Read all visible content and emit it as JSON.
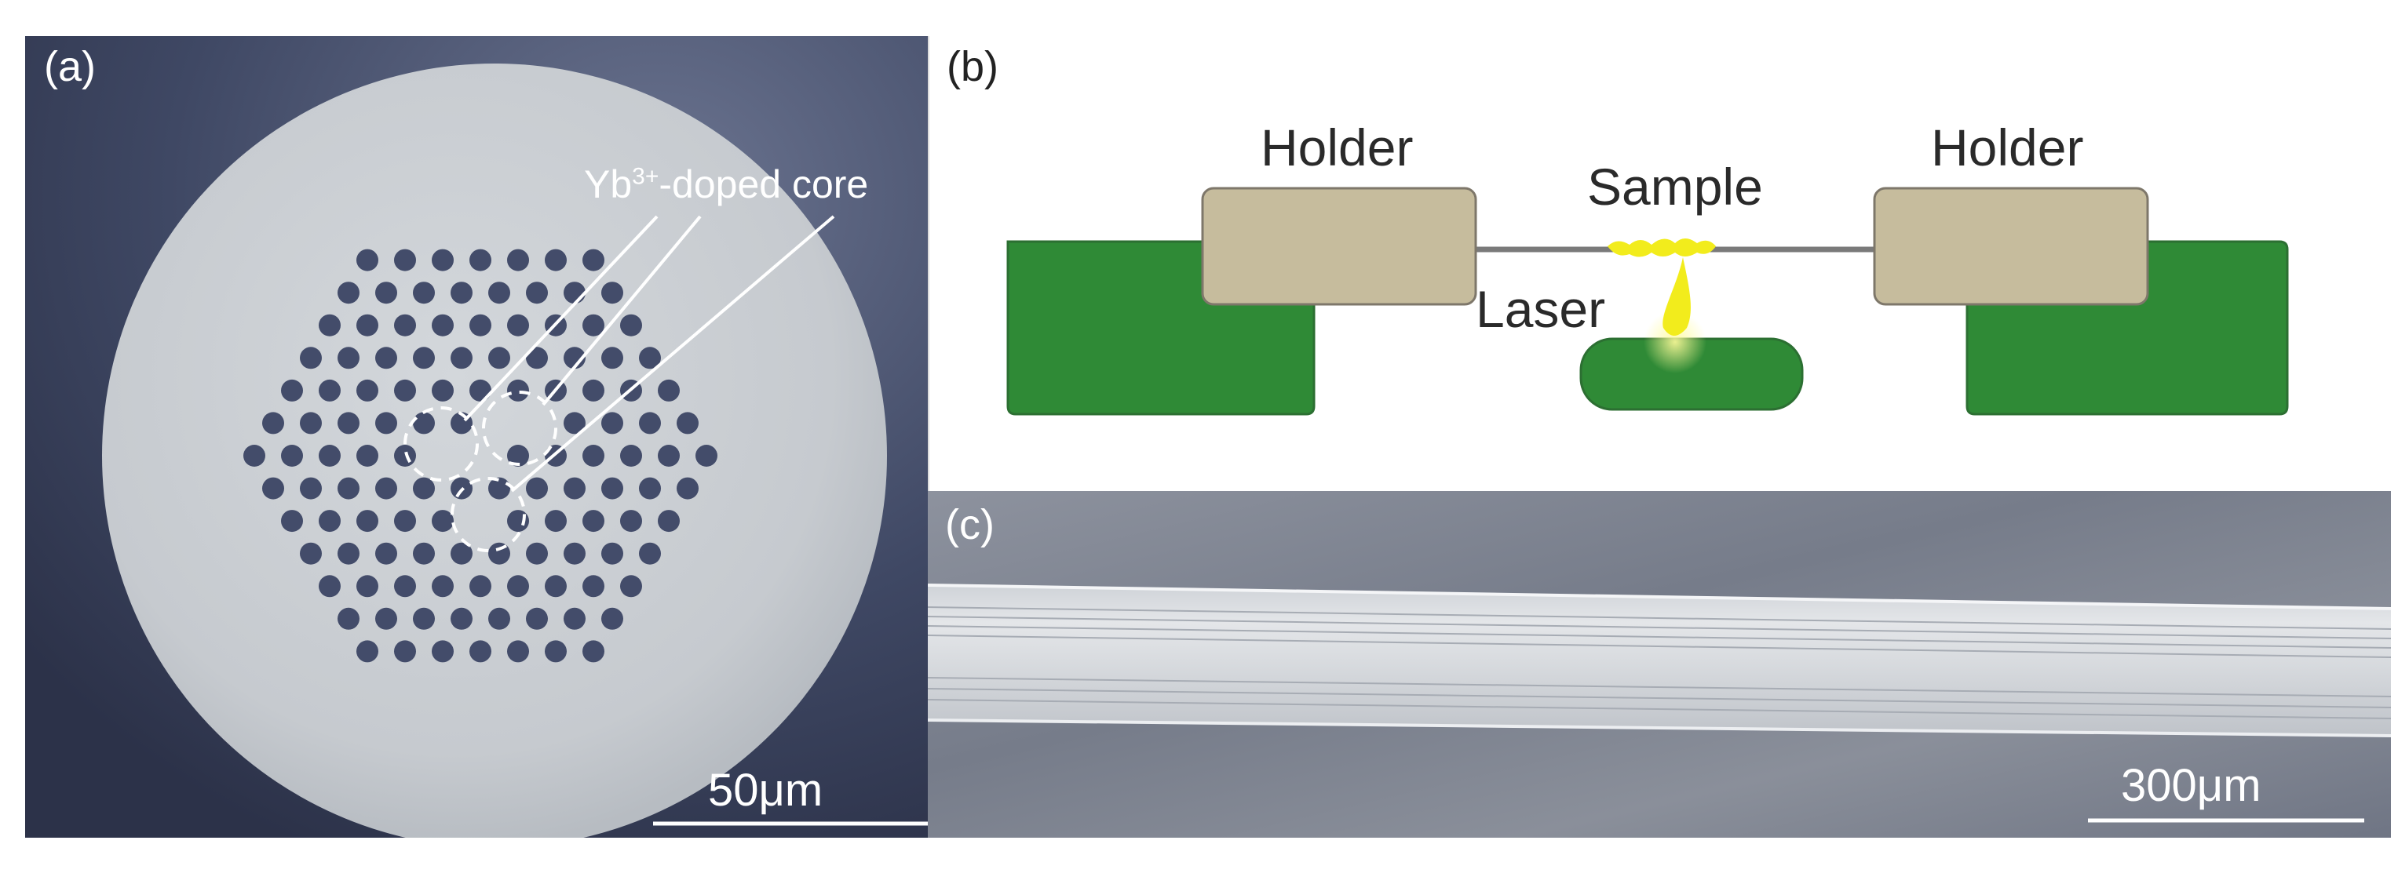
{
  "panels": {
    "a": {
      "label": "(a)",
      "core_annotation_prefix": "Yb",
      "core_annotation_superscript": "3+",
      "core_annotation_suffix": "-doped core",
      "scale_bar": "50μm"
    },
    "b": {
      "label": "(b)",
      "holder_left": "Holder",
      "holder_right": "Holder",
      "sample": "Sample",
      "laser": "Laser"
    },
    "c": {
      "label": "(c)",
      "scale_bar": "300μm"
    }
  },
  "colors": {
    "background_a": "#3b4460",
    "fiber_cladding": "#c9cdd2",
    "air_holes": "#434c6a",
    "stage_green": "#2f8a36",
    "holder_tan": "#c6bc9d",
    "laser_yellow": "#f2ec1c",
    "background_c": "#7f8593"
  },
  "icons": {
    "holes": "air-hole-icon",
    "cores": "core-dashed-circle-icon"
  }
}
